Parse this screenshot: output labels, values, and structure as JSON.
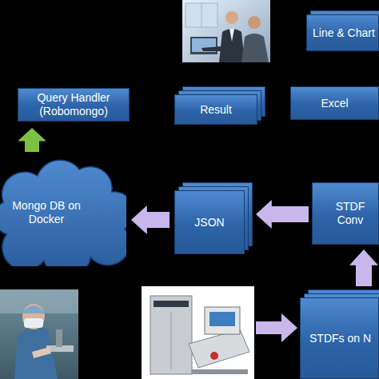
{
  "diagram": {
    "nodes": [
      {
        "text": [
          "Line & Chart"
        ]
      },
      {
        "text": [
          "Query Handler (Robomongo)"
        ]
      },
      {
        "text": [
          "Result"
        ]
      },
      {
        "text": [
          "Excel"
        ]
      },
      {
        "text": [
          "Mongo DB on Docker"
        ]
      },
      {
        "text": [
          "JSON"
        ]
      },
      {
        "text": [
          "STDF Conv"
        ]
      },
      {
        "text": [
          "STDFs on N"
        ]
      }
    ],
    "edges": [
      {
        "from": 4,
        "to": 1,
        "arrow": "to"
      },
      {
        "from": 5,
        "to": 4,
        "arrow": "to"
      },
      {
        "from": 6,
        "to": 5,
        "arrow": "to"
      },
      {
        "from": 7,
        "to": 6,
        "arrow": "to"
      }
    ]
  }
}
